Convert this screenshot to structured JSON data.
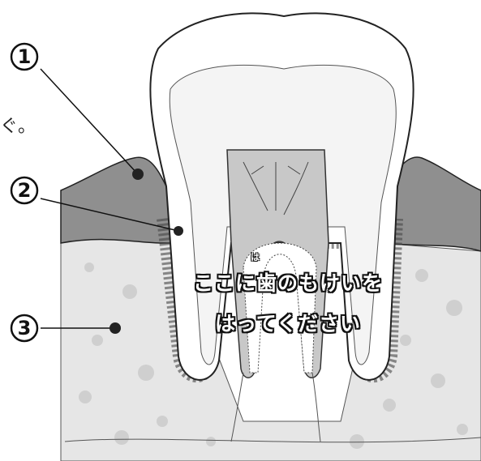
{
  "callouts": [
    "①",
    "②",
    "③"
  ],
  "stray_text": "ぐ。",
  "sticker": {
    "ruby": "は",
    "line1": "ここに歯のもけいを",
    "line2": "はってください"
  },
  "colors": {
    "gum": "#8f8f8f",
    "bone": "#e6e6e6",
    "dentin": "#ffffff",
    "pulp": "#c8c8c8",
    "outline": "#222222"
  }
}
